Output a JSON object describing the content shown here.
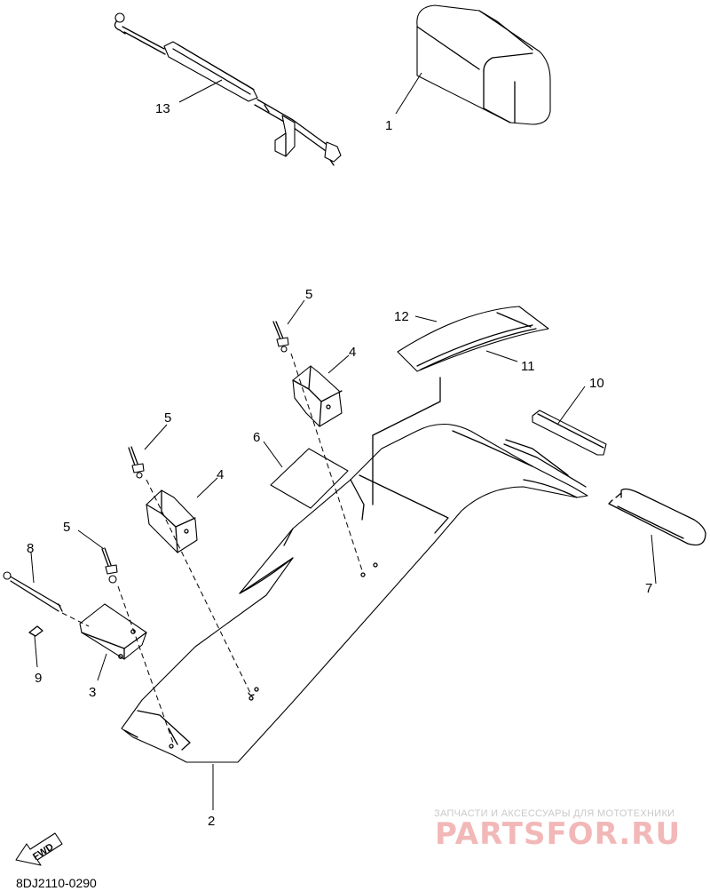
{
  "callouts": [
    {
      "id": "c1",
      "text": "1"
    },
    {
      "id": "c2",
      "text": "2"
    },
    {
      "id": "c3",
      "text": "3"
    },
    {
      "id": "c4a",
      "text": "4"
    },
    {
      "id": "c4b",
      "text": "4"
    },
    {
      "id": "c5a",
      "text": "5"
    },
    {
      "id": "c5b",
      "text": "5"
    },
    {
      "id": "c5c",
      "text": "5"
    },
    {
      "id": "c6",
      "text": "6"
    },
    {
      "id": "c7",
      "text": "7"
    },
    {
      "id": "c8",
      "text": "8"
    },
    {
      "id": "c9",
      "text": "9"
    },
    {
      "id": "c10",
      "text": "10"
    },
    {
      "id": "c11",
      "text": "11"
    },
    {
      "id": "c12",
      "text": "12"
    },
    {
      "id": "c13",
      "text": "13"
    }
  ],
  "fwd_label": "FWD",
  "diagram_code": "8DJ2110-0290",
  "watermark": {
    "tagline": "ЗАПЧАСТИ И АКСЕССУАРЫ ДЛЯ МОТОТЕХНИКИ",
    "brand": "PARTSFOR.RU",
    "color": "#f2b8b8"
  }
}
